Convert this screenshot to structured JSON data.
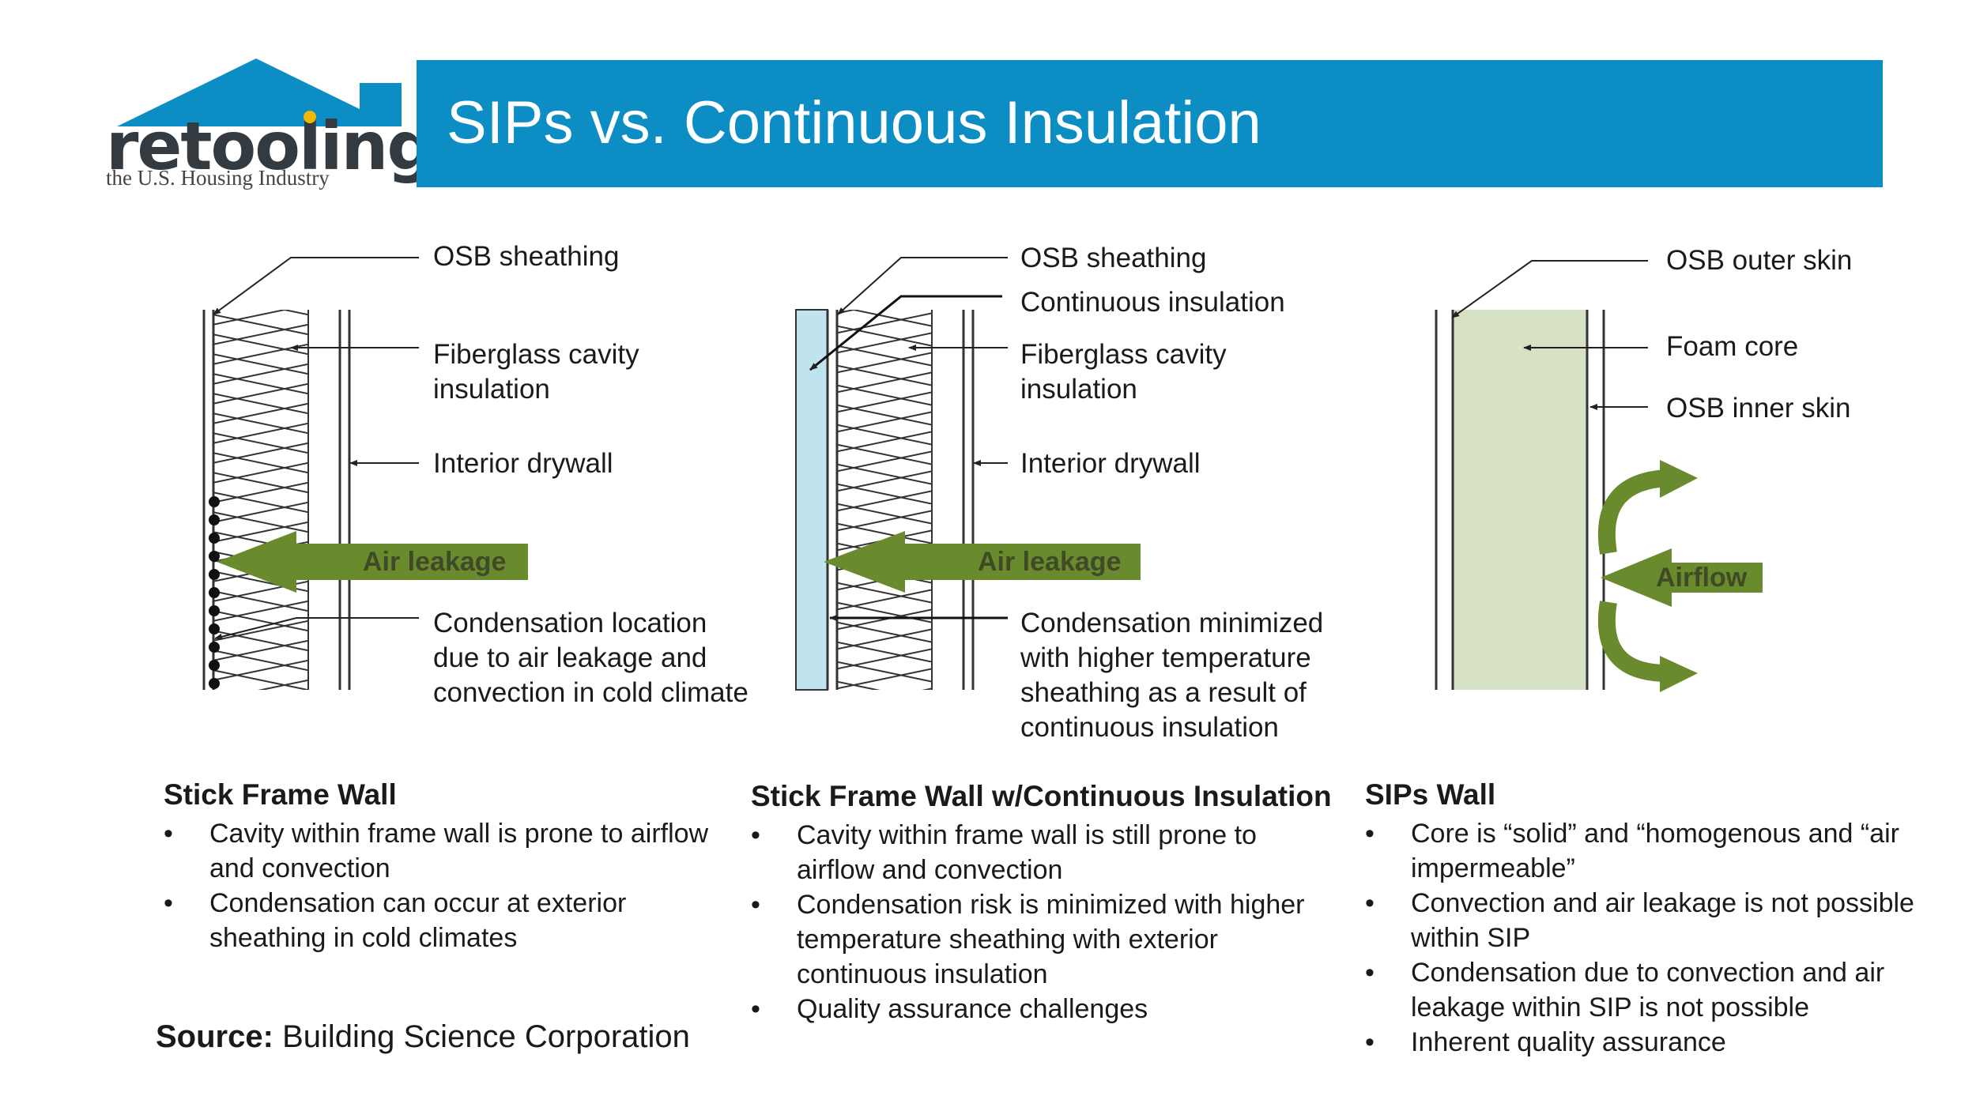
{
  "logo": {
    "name": "retooling",
    "tagline": "the U.S. Housing Industry"
  },
  "title": "SIPs vs. Continuous Insulation",
  "colors": {
    "title_bar": "#0c8ec4",
    "arrow_green": "#6a8a2e",
    "foam_core": "#d6e2c3",
    "continuous_insulation": "#bfe3ef"
  },
  "diagrams": {
    "stick": {
      "labels": {
        "osb": "OSB sheathing",
        "cavity_1": "Fiberglass cavity",
        "cavity_2": "insulation",
        "drywall": "Interior drywall",
        "cond_1": "Condensation location",
        "cond_2": "due to air leakage and",
        "cond_3": "convection in cold climate"
      },
      "arrow": "Air leakage"
    },
    "ci": {
      "labels": {
        "osb": "OSB sheathing",
        "ci": "Continuous insulation",
        "cavity_1": "Fiberglass cavity",
        "cavity_2": "insulation",
        "drywall": "Interior drywall",
        "cond_1": "Condensation minimized",
        "cond_2": "with higher temperature",
        "cond_3": "sheathing as a result of",
        "cond_4": "continuous insulation"
      },
      "arrow": "Air leakage"
    },
    "sip": {
      "labels": {
        "outer": "OSB outer skin",
        "core": "Foam core",
        "inner": "OSB inner skin"
      },
      "arrow": "Airflow"
    }
  },
  "columns": [
    {
      "title": "Stick Frame Wall",
      "bullets": [
        [
          "Cavity within frame wall is prone to airflow",
          "and convection"
        ],
        [
          "Condensation can occur at exterior",
          "sheathing in cold climates"
        ]
      ]
    },
    {
      "title": "Stick Frame Wall w/Continuous Insulation",
      "bullets": [
        [
          "Cavity within frame wall is still prone to",
          "airflow and convection"
        ],
        [
          "Condensation risk is minimized with higher",
          "temperature sheathing with exterior",
          "continuous insulation"
        ],
        [
          "Quality assurance challenges"
        ]
      ]
    },
    {
      "title": "SIPs Wall",
      "bullets": [
        [
          "Core is “solid” and “homogenous and “air",
          "impermeable”"
        ],
        [
          "Convection and air leakage is not possible",
          "within SIP"
        ],
        [
          "Condensation due to convection and air",
          "leakage within SIP is not possible"
        ],
        [
          "Inherent quality assurance"
        ]
      ]
    }
  ],
  "bullet_char": "•",
  "source": {
    "label": "Source:",
    "text": "Building Science Corporation"
  }
}
